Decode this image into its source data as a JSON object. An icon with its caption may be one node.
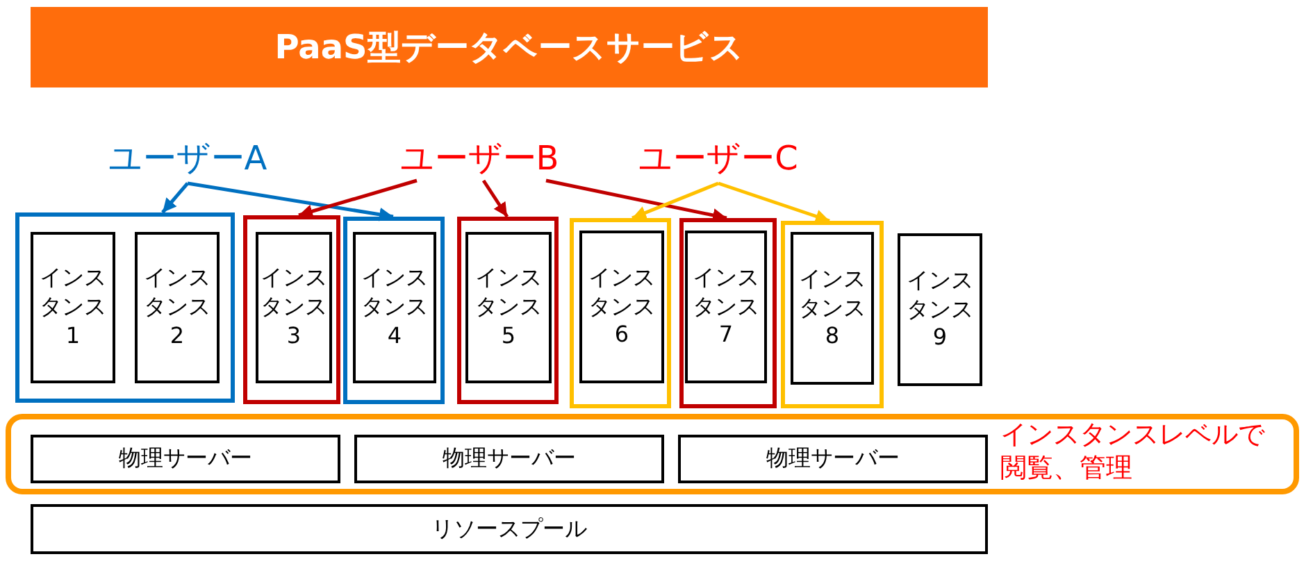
{
  "diagram": {
    "nodes": [
      {
        "text": [
          "PaaS型データベースサービス"
        ]
      },
      {
        "text": [
          "ユーザーA"
        ]
      },
      {
        "text": [
          "ユーザーB"
        ]
      },
      {
        "text": [
          "ユーザーC"
        ]
      },
      {
        "text": [],
        "shape": "box"
      },
      {
        "text": [
          "インスタンス1"
        ],
        "in": 4
      },
      {
        "text": [
          "インスタンス2"
        ],
        "in": 4
      },
      {
        "text": [],
        "shape": "box"
      },
      {
        "text": [
          "インスタンス3"
        ],
        "in": 7
      },
      {
        "text": [],
        "shape": "box"
      },
      {
        "text": [
          "インスタンス4"
        ],
        "in": 9
      },
      {
        "text": [],
        "shape": "box"
      },
      {
        "text": [
          "インスタンス5"
        ],
        "in": 11
      },
      {
        "text": [],
        "shape": "box"
      },
      {
        "text": [
          "インスタンス6"
        ],
        "in": 13
      },
      {
        "text": [],
        "shape": "box"
      },
      {
        "text": [
          "インスタンス7"
        ],
        "in": 15
      },
      {
        "text": [],
        "shape": "box"
      },
      {
        "text": [
          "インスタンス8"
        ],
        "in": 17
      },
      {
        "text": [
          "インスタンス9"
        ]
      },
      {
        "text": [
          "インスタンスレベルで閲覧、管理"
        ]
      },
      {
        "text": [
          "物理サーバー"
        ],
        "in": 20
      },
      {
        "text": [
          "物理サーバー"
        ],
        "in": 20
      },
      {
        "text": [
          "物理サーバー"
        ],
        "in": 20
      },
      {
        "text": [
          "リソースプール"
        ]
      }
    ],
    "edges": [
      {
        "from": 1,
        "to": 4,
        "arrow": "to",
        "color": "#0070c0"
      },
      {
        "from": 1,
        "to": 9,
        "arrow": "to",
        "color": "#0070c0"
      },
      {
        "from": 2,
        "to": 7,
        "arrow": "to",
        "color": "#c00000"
      },
      {
        "from": 2,
        "to": 11,
        "arrow": "to",
        "color": "#c00000"
      },
      {
        "from": 2,
        "to": 15,
        "arrow": "to",
        "color": "#c00000"
      },
      {
        "from": 3,
        "to": 13,
        "arrow": "to",
        "color": "#ffc000"
      },
      {
        "from": 3,
        "to": 17,
        "arrow": "to",
        "color": "#ffc000"
      }
    ]
  }
}
